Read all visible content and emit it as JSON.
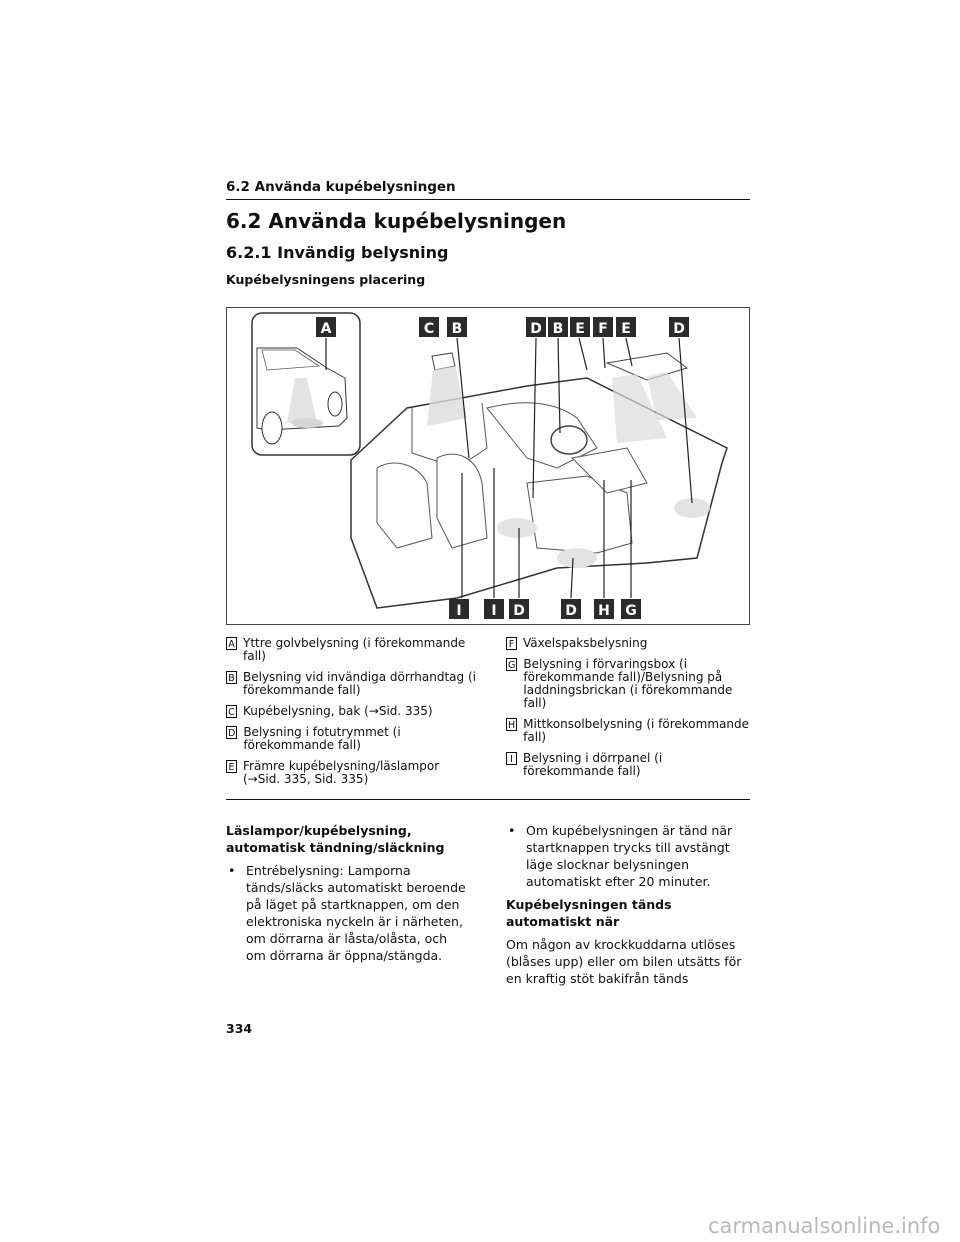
{
  "running_head": "6.2  Använda kupébelysningen",
  "section_title": "6.2  Använda kupébelysningen",
  "subsection_title": "6.2.1  Invändig belysning",
  "figure_heading": "Kupébelysningens placering",
  "figure": {
    "top_tags": [
      "A",
      "C",
      "B",
      "D",
      "B",
      "E",
      "F",
      "E",
      "D"
    ],
    "bottom_tags": [
      "I",
      "I",
      "D",
      "D",
      "H",
      "G"
    ]
  },
  "legend_left": [
    {
      "key": "A",
      "text": " Yttre golvbelysning (i förekommande fall)"
    },
    {
      "key": "B",
      "text": " Belysning vid invändiga dörrhandtag (i förekommande fall)"
    },
    {
      "key": "C",
      "text": " Kupébelysning, bak (→Sid. 335)"
    },
    {
      "key": "D",
      "text": " Belysning i fotutrymmet (i förekommande fall)"
    },
    {
      "key": "E",
      "text": " Främre kupébelysning/läslampor (→Sid. 335, Sid. 335)"
    }
  ],
  "legend_right": [
    {
      "key": "F",
      "text": " Växelspaksbelysning"
    },
    {
      "key": "G",
      "text": " Belysning i förvaringsbox (i förekommande fall)/Belysning på laddningsbrickan (i förekommande fall)"
    },
    {
      "key": "H",
      "text": " Mittkonsolbelysning (i förekommande fall)"
    },
    {
      "key": "I",
      "text": "Belysning i dörrpanel (i förekommande fall)"
    }
  ],
  "left_column": {
    "heading": "Läslampor/kupébelysning, automatisk tändning/släckning",
    "bullets": [
      "Entrébelysning: Lamporna tänds/släcks automatiskt beroende på läget på startknappen, om den elektroniska nyckeln är i närheten, om dörrarna är låsta/olåsta, och om dörrarna är öppna/stängda."
    ]
  },
  "right_column": {
    "bullets": [
      "Om kupébelysningen är tänd när startknappen trycks till avstängt läge slocknar belysningen automatiskt efter 20 minuter."
    ],
    "heading": "Kupébelysningen tänds automatiskt när",
    "paragraph": "Om någon av krockkuddarna utlöses (blåses upp) eller om bilen utsätts för en kraftig stöt bakifrån tänds"
  },
  "bullet_char": "•",
  "page_number": "334",
  "watermark": "carmanualsonline.info",
  "colors": {
    "tag_fill": "#2b2b2b",
    "light_beam": "#d9d9d9"
  }
}
